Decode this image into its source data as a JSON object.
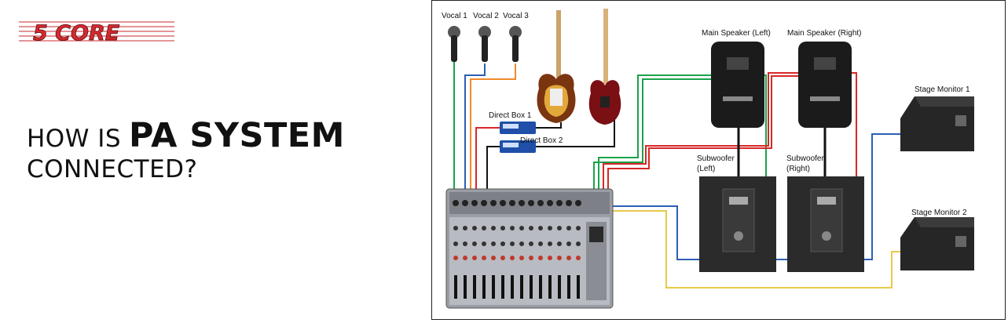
{
  "logo": {
    "text": "5 CORE"
  },
  "headline": {
    "prefix": "HOW IS",
    "emphasis": "PA SYSTEM",
    "line2": "CONNECTED?"
  },
  "diagram": {
    "microphones": [
      "Vocal 1",
      "Vocal 2",
      "Vocal 3"
    ],
    "direct_boxes": [
      "Direct Box 1",
      "Direct Box 2"
    ],
    "main_speakers": [
      "Main Speaker (Left)",
      "Main Speaker (Right)"
    ],
    "subwoofers": [
      {
        "line1": "Subwoofer",
        "line2": "(Left)"
      },
      {
        "line1": "Subwoofer",
        "line2": "(Right)"
      }
    ],
    "stage_monitors": [
      "Stage Monitor 1",
      "Stage Monitor 2"
    ],
    "cable_colors": {
      "green": "#1aa34a",
      "blue": "#2c5fb5",
      "orange": "#f08a2b",
      "red": "#d62828",
      "yellow": "#e8c94a",
      "black": "#111111"
    }
  }
}
